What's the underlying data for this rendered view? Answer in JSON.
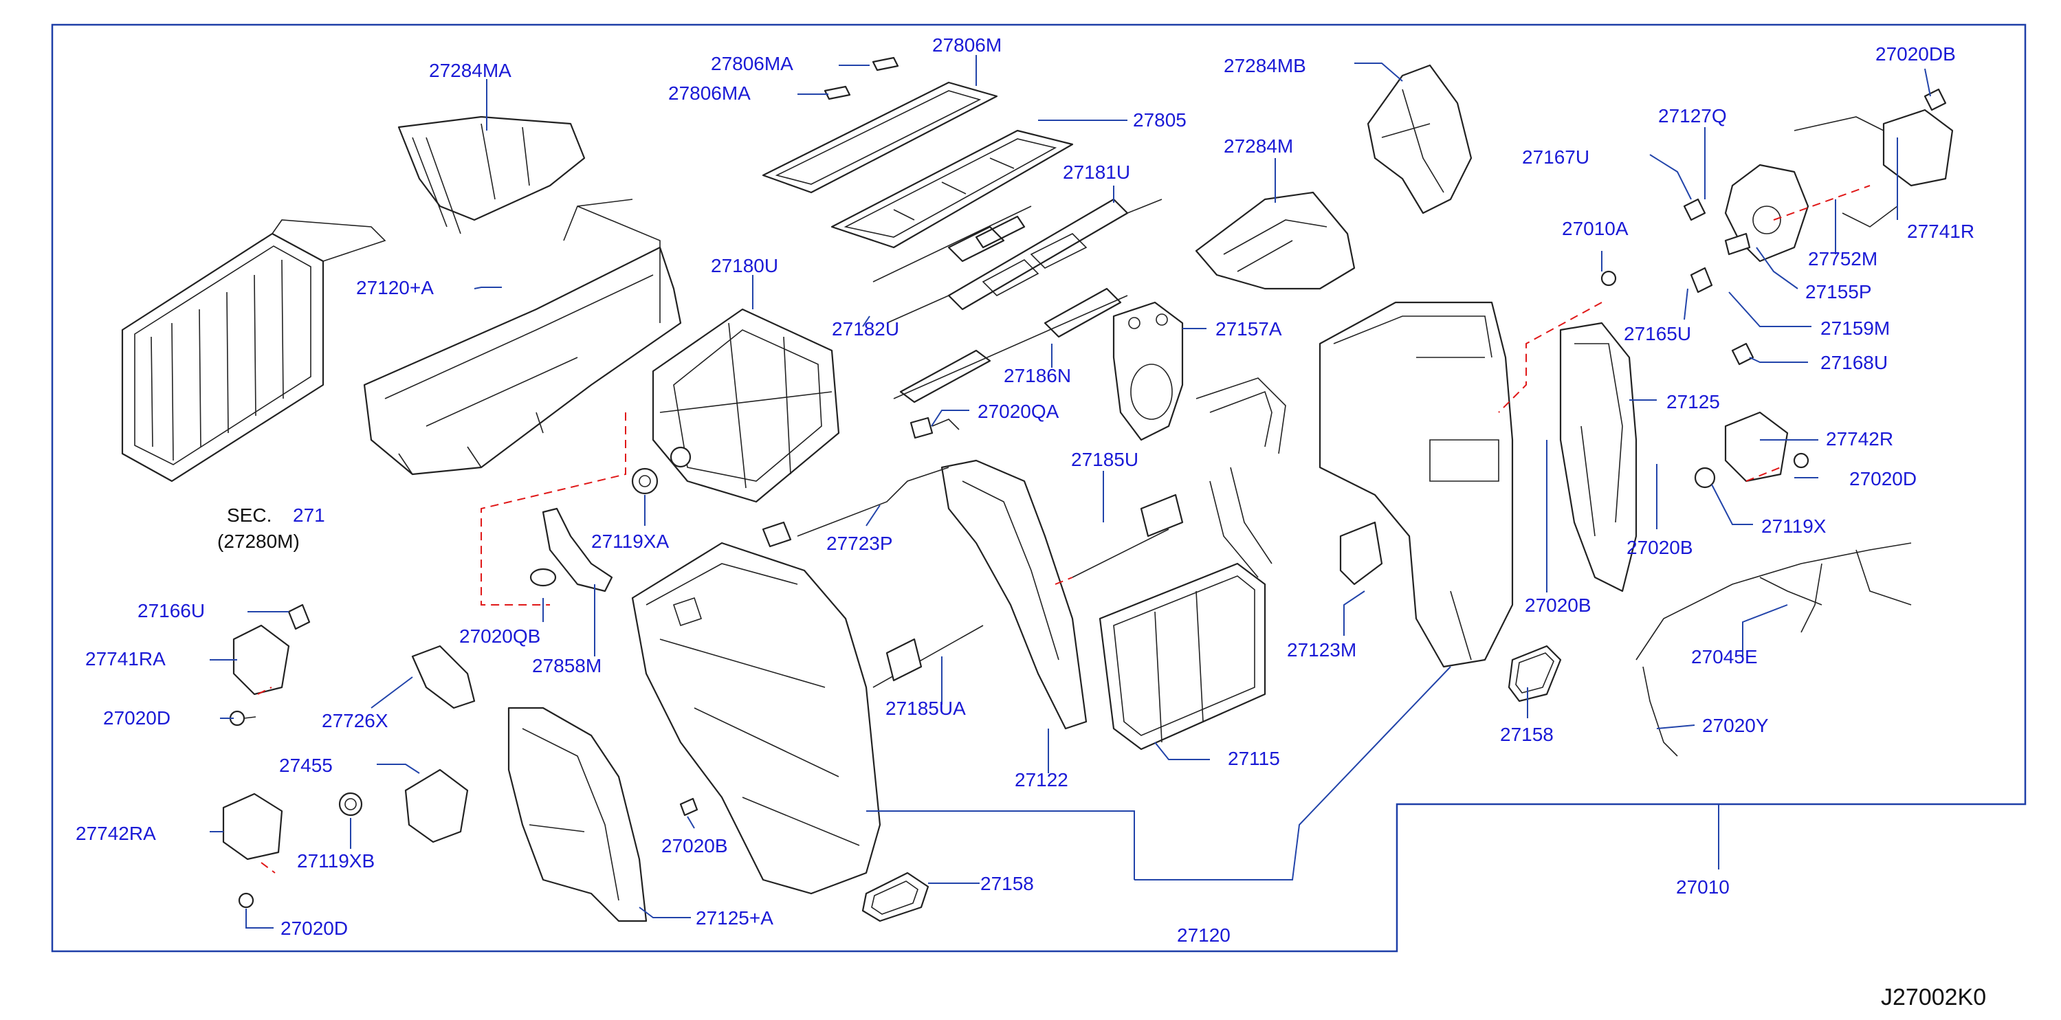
{
  "labels": {
    "p27284MA": "27284MA",
    "p27806MA_1": "27806MA",
    "p27806MA_2": "27806MA",
    "p27806M": "27806M",
    "p27805": "27805",
    "p27284MB": "27284MB",
    "p27020DB": "27020DB",
    "p27127Q": "27127Q",
    "p27167U": "27167U",
    "p27741R": "27741R",
    "p27752M": "27752M",
    "p27155P": "27155P",
    "p27284M": "27284M",
    "p27181U": "27181U",
    "p27010A": "27010A",
    "p27120A": "27120+A",
    "p27180U": "27180U",
    "p27182U": "27182U",
    "p27157A": "27157A",
    "p27165U": "27165U",
    "p27159M": "27159M",
    "p27168U": "27168U",
    "p27186N": "27186N",
    "p27125": "27125",
    "p27020QA": "27020QA",
    "p27742R": "27742R",
    "p27020D_r": "27020D",
    "p27185U": "27185U",
    "p27119X": "27119X",
    "sec_a": "SEC.",
    "sec_b": "271",
    "sec_c": "(27280M)",
    "p27119XA": "27119XA",
    "p27723P": "27723P",
    "p27020B_r": "27020B",
    "p27020B_c": "27020B",
    "p27166U": "27166U",
    "p27020QB": "27020QB",
    "p27123M": "27123M",
    "p27045E": "27045E",
    "p27741RA": "27741RA",
    "p27858M": "27858M",
    "p27020D_l1": "27020D",
    "p27726X": "27726X",
    "p27185UA": "27185UA",
    "p27158_r": "27158",
    "p27020Y": "27020Y",
    "p27455": "27455",
    "p27115": "27115",
    "p27122": "27122",
    "p27742RA": "27742RA",
    "p27119XB": "27119XB",
    "p27020B_l": "27020B",
    "p27158_b": "27158",
    "p27010": "27010",
    "p27125A": "27125+A",
    "p27020D_l2": "27020D",
    "p27120": "27120",
    "code": "J27002K0"
  }
}
